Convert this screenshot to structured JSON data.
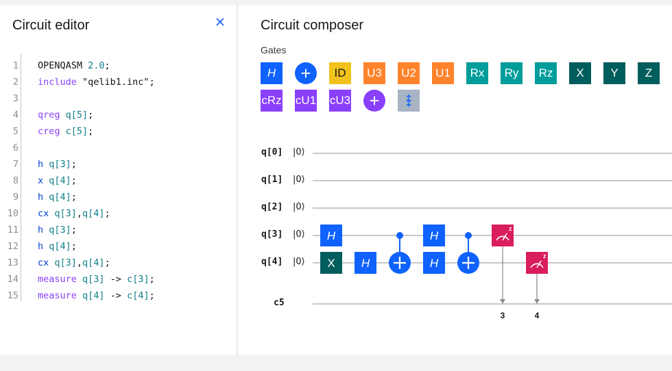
{
  "editor": {
    "title": "Circuit editor",
    "close_icon": "close-icon",
    "lines": [
      {
        "n": "1",
        "tokens": [
          {
            "t": "OPENQASM ",
            "c": "str"
          },
          {
            "t": "2.0",
            "c": "num"
          },
          {
            "t": ";",
            "c": "str"
          }
        ]
      },
      {
        "n": "2",
        "tokens": [
          {
            "t": "include ",
            "c": "kw"
          },
          {
            "t": "\"qelib1.inc\";",
            "c": "str"
          }
        ]
      },
      {
        "n": "3",
        "tokens": []
      },
      {
        "n": "4",
        "tokens": [
          {
            "t": "qreg ",
            "c": "kw"
          },
          {
            "t": "q[5]",
            "c": "id"
          },
          {
            "t": ";",
            "c": "str"
          }
        ]
      },
      {
        "n": "5",
        "tokens": [
          {
            "t": "creg ",
            "c": "kw"
          },
          {
            "t": "c[5]",
            "c": "id"
          },
          {
            "t": ";",
            "c": "str"
          }
        ]
      },
      {
        "n": "6",
        "tokens": []
      },
      {
        "n": "7",
        "tokens": [
          {
            "t": "h ",
            "c": "op"
          },
          {
            "t": "q[3]",
            "c": "id"
          },
          {
            "t": ";",
            "c": "str"
          }
        ]
      },
      {
        "n": "8",
        "tokens": [
          {
            "t": "x ",
            "c": "op"
          },
          {
            "t": "q[4]",
            "c": "id"
          },
          {
            "t": ";",
            "c": "str"
          }
        ]
      },
      {
        "n": "9",
        "tokens": [
          {
            "t": "h ",
            "c": "op"
          },
          {
            "t": "q[4]",
            "c": "id"
          },
          {
            "t": ";",
            "c": "str"
          }
        ]
      },
      {
        "n": "10",
        "tokens": [
          {
            "t": "cx ",
            "c": "op"
          },
          {
            "t": "q[3]",
            "c": "id"
          },
          {
            "t": ",",
            "c": "str"
          },
          {
            "t": "q[4]",
            "c": "id"
          },
          {
            "t": ";",
            "c": "str"
          }
        ]
      },
      {
        "n": "11",
        "tokens": [
          {
            "t": "h ",
            "c": "op"
          },
          {
            "t": "q[3]",
            "c": "id"
          },
          {
            "t": ";",
            "c": "str"
          }
        ]
      },
      {
        "n": "12",
        "tokens": [
          {
            "t": "h ",
            "c": "op"
          },
          {
            "t": "q[4]",
            "c": "id"
          },
          {
            "t": ";",
            "c": "str"
          }
        ]
      },
      {
        "n": "13",
        "tokens": [
          {
            "t": "cx ",
            "c": "op"
          },
          {
            "t": "q[3]",
            "c": "id"
          },
          {
            "t": ",",
            "c": "str"
          },
          {
            "t": "q[4]",
            "c": "id"
          },
          {
            "t": ";",
            "c": "str"
          }
        ]
      },
      {
        "n": "14",
        "tokens": [
          {
            "t": "measure ",
            "c": "kw"
          },
          {
            "t": "q[3]",
            "c": "id"
          },
          {
            "t": " -> ",
            "c": "str"
          },
          {
            "t": "c[3]",
            "c": "id"
          },
          {
            "t": ";",
            "c": "str"
          }
        ]
      },
      {
        "n": "15",
        "tokens": [
          {
            "t": "measure ",
            "c": "kw"
          },
          {
            "t": "q[4]",
            "c": "id"
          },
          {
            "t": " -> ",
            "c": "str"
          },
          {
            "t": "c[4]",
            "c": "id"
          },
          {
            "t": ";",
            "c": "str"
          }
        ]
      }
    ]
  },
  "composer": {
    "title": "Circuit composer",
    "gates_label": "Gates",
    "gates": [
      {
        "label": "H",
        "name": "h",
        "color": "#0f62fe",
        "italic": true,
        "row": 0,
        "col": 0
      },
      {
        "label": "+",
        "name": "cnot",
        "color": "#0f62fe",
        "round": true,
        "row": 0,
        "col": 1
      },
      {
        "label": "ID",
        "name": "id",
        "color": "#f1c21b",
        "text": "#161616",
        "row": 0,
        "col": 2
      },
      {
        "label": "U3",
        "name": "u3",
        "color": "#ff832b",
        "row": 0,
        "col": 3
      },
      {
        "label": "U2",
        "name": "u2",
        "color": "#ff832b",
        "row": 0,
        "col": 4
      },
      {
        "label": "U1",
        "name": "u1",
        "color": "#ff832b",
        "row": 0,
        "col": 5
      },
      {
        "label": "Rx",
        "name": "rx",
        "color": "#009d9a",
        "row": 0,
        "col": 6
      },
      {
        "label": "Ry",
        "name": "ry",
        "color": "#009d9a",
        "row": 0,
        "col": 7
      },
      {
        "label": "Rz",
        "name": "rz",
        "color": "#009d9a",
        "row": 0,
        "col": 8
      },
      {
        "label": "X",
        "name": "x",
        "color": "#005d5d",
        "row": 0,
        "col": 9
      },
      {
        "label": "Y",
        "name": "y",
        "color": "#005d5d",
        "row": 0,
        "col": 10
      },
      {
        "label": "Z",
        "name": "z",
        "color": "#005d5d",
        "row": 0,
        "col": 11
      },
      {
        "label": "cRz",
        "name": "crz",
        "color": "#8a3ffc",
        "row": 1,
        "col": 0
      },
      {
        "label": "cU1",
        "name": "cu1",
        "color": "#8a3ffc",
        "row": 1,
        "col": 1
      },
      {
        "label": "cU3",
        "name": "cu3",
        "color": "#8a3ffc",
        "row": 1,
        "col": 2
      },
      {
        "label": "+",
        "name": "toffoli",
        "color": "#8a3ffc",
        "round": true,
        "row": 1,
        "col": 3
      },
      {
        "label": "",
        "name": "swap",
        "color": "#a8b4c4",
        "row": 1,
        "col": 4,
        "icon": "swap-icon"
      }
    ],
    "qubits": [
      {
        "label": "q[0]",
        "ket": "|0⟩"
      },
      {
        "label": "q[1]",
        "ket": "|0⟩"
      },
      {
        "label": "q[2]",
        "ket": "|0⟩"
      },
      {
        "label": "q[3]",
        "ket": "|0⟩"
      },
      {
        "label": "q[4]",
        "ket": "|0⟩"
      }
    ],
    "classical": {
      "label": "c5"
    },
    "circuit_ops": [
      {
        "type": "gate",
        "label": "H",
        "qubit": 3,
        "step": 0,
        "color": "#0f62fe",
        "italic": true
      },
      {
        "type": "gate",
        "label": "X",
        "qubit": 4,
        "step": 0,
        "color": "#005d5d"
      },
      {
        "type": "gate",
        "label": "H",
        "qubit": 4,
        "step": 1,
        "color": "#0f62fe",
        "italic": true
      },
      {
        "type": "cnot",
        "control": 3,
        "target": 4,
        "step": 2,
        "color": "#0f62fe"
      },
      {
        "type": "gate",
        "label": "H",
        "qubit": 3,
        "step": 3,
        "color": "#0f62fe",
        "italic": true
      },
      {
        "type": "gate",
        "label": "H",
        "qubit": 4,
        "step": 3,
        "color": "#0f62fe",
        "italic": true
      },
      {
        "type": "cnot",
        "control": 3,
        "target": 4,
        "step": 4,
        "color": "#0f62fe"
      },
      {
        "type": "measure",
        "qubit": 3,
        "step": 5,
        "bit": "3",
        "color": "#da1e5b",
        "basis": "z"
      },
      {
        "type": "measure",
        "qubit": 4,
        "step": 6,
        "bit": "4",
        "color": "#da1e5b",
        "basis": "z"
      }
    ]
  }
}
